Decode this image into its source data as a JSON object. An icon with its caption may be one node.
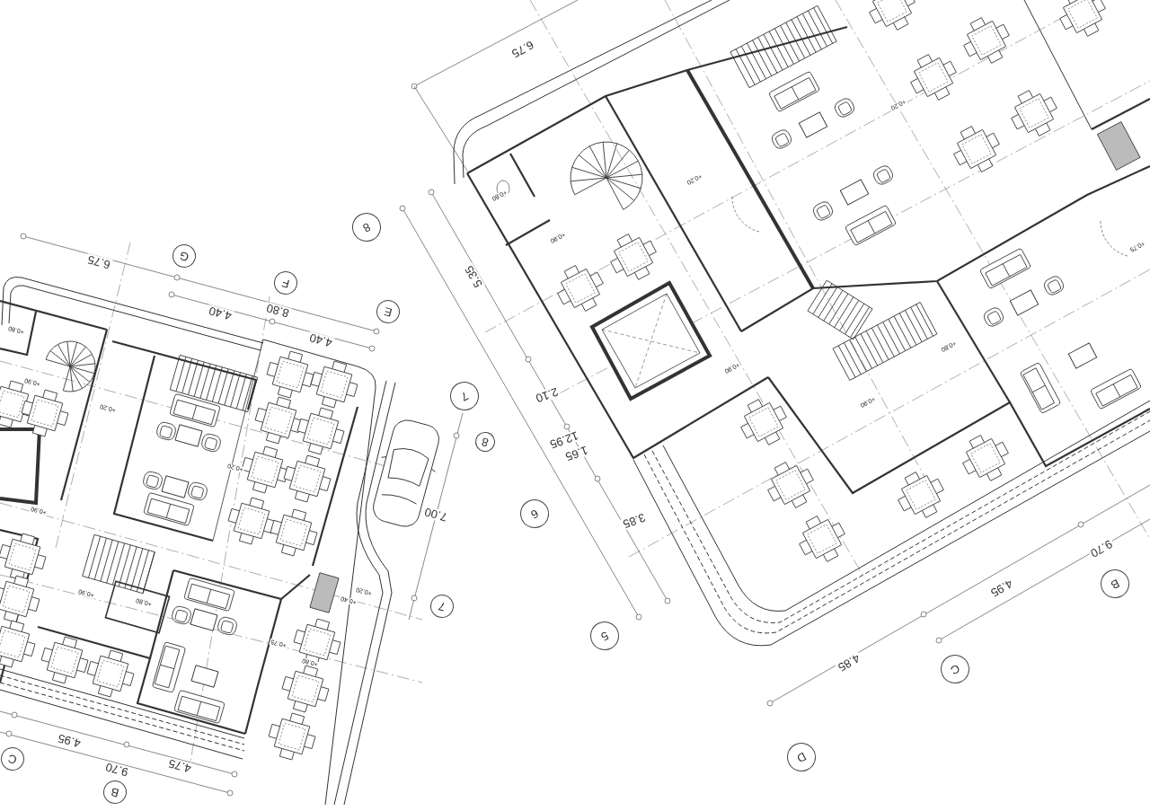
{
  "diagram": {
    "nodes": [
      {
        "text": [
          "8"
        ]
      },
      {
        "text": [
          "G"
        ]
      },
      {
        "text": [
          "F"
        ]
      },
      {
        "text": [
          "E"
        ]
      },
      {
        "text": [
          "7"
        ]
      },
      {
        "text": [
          "8"
        ]
      },
      {
        "text": [
          "6"
        ]
      },
      {
        "text": [
          "B"
        ]
      },
      {
        "text": [
          "7"
        ]
      },
      {
        "text": [
          "5"
        ]
      },
      {
        "text": [
          "C"
        ]
      },
      {
        "text": [
          "D"
        ]
      },
      {
        "text": [
          "C"
        ]
      },
      {
        "text": [
          "B"
        ]
      }
    ],
    "labels": [
      "6.75",
      "+0.20",
      "+0.80",
      "+0.20",
      "+0.90",
      "+0.75",
      "6.75",
      "5.35",
      "4.40",
      "8.80",
      "+0.80",
      "4.40",
      "+0.80",
      "+0.90",
      "+0.90",
      "2.10",
      "+0.90",
      "+0.20",
      "12.95",
      "1.65",
      "+0.20",
      "+0.90",
      "7.00",
      "3.85",
      "9.70",
      "4.95",
      "+0.20",
      "+0.90",
      "+0.40",
      "+0.80",
      "+0.75",
      "4.85",
      "+0.80",
      "4.95",
      "4.75",
      "9.70"
    ]
  }
}
